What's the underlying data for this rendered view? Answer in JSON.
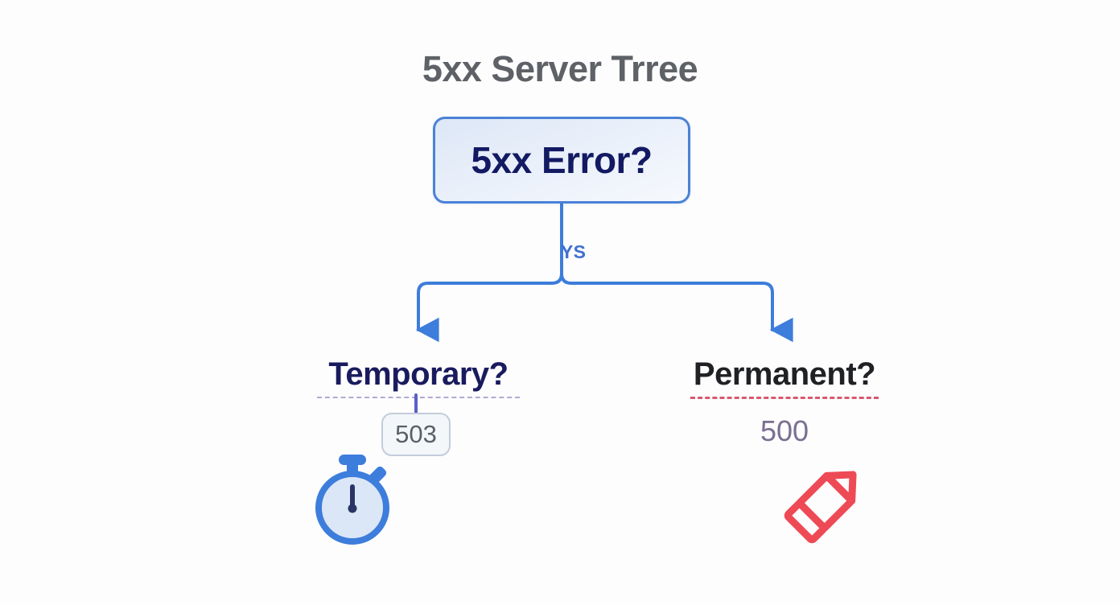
{
  "diagram": {
    "title": "5xx Server Trree",
    "type": "decision-tree",
    "background_color": "#fdfdfe",
    "title_color": "#5e6166",
    "accent_color": "#4a82d6"
  },
  "root": {
    "label": "5xx Error?",
    "text_color": "#131a63",
    "border_color": "#4a82d6",
    "fill_color": "#e4ecf8"
  },
  "edge": {
    "label": "YS",
    "color": "#3f71cf"
  },
  "branches": [
    {
      "id": "left",
      "title": "Temporary?",
      "title_color": "#1a1b5e",
      "rule_color": "#b3a8cd",
      "rule_style": "dashed",
      "code": "503",
      "code_color": "#5a6068",
      "code_style": "badge",
      "icon": "stopwatch-icon",
      "icon_color": "#3d7ddb"
    },
    {
      "id": "right",
      "title": "Permanent?",
      "title_color": "#202124",
      "rule_color": "#d9596c",
      "rule_style": "dashed",
      "code": "500",
      "code_color": "#7a6f91",
      "code_style": "plain",
      "icon": "pencil-icon",
      "icon_color": "#ee4a56"
    }
  ]
}
